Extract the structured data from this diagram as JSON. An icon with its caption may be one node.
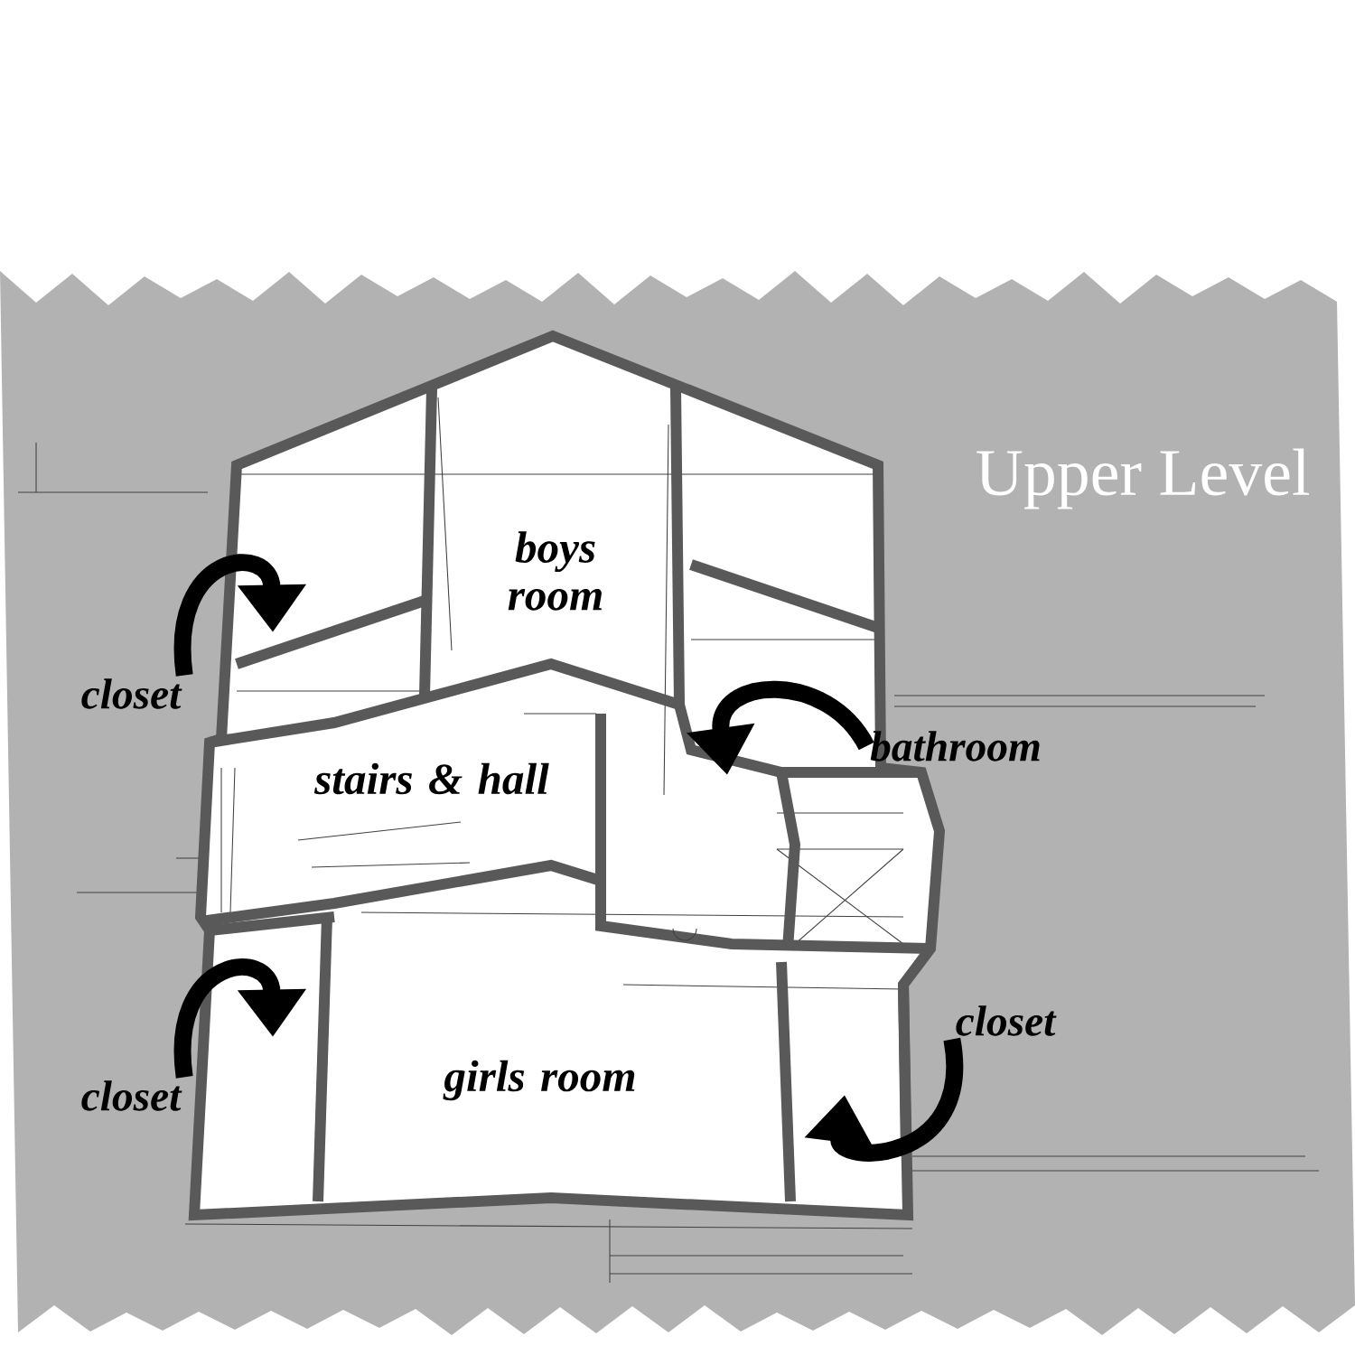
{
  "diagram": {
    "title": "Upper Level",
    "nodes": [
      {
        "text": [
          "closet"
        ]
      },
      {
        "text": [
          "bathroom"
        ]
      },
      {
        "text": [
          "closet"
        ]
      },
      {
        "text": [
          "closet"
        ]
      }
    ],
    "edges": [
      {
        "from": 0,
        "to": null,
        "arrow": "to"
      },
      {
        "from": 1,
        "to": null,
        "arrow": "to"
      },
      {
        "from": 2,
        "to": null,
        "arrow": "to"
      },
      {
        "from": 3,
        "to": null,
        "arrow": "to"
      }
    ],
    "labels": [
      "boys room",
      "stairs & hall",
      "girls room"
    ]
  }
}
